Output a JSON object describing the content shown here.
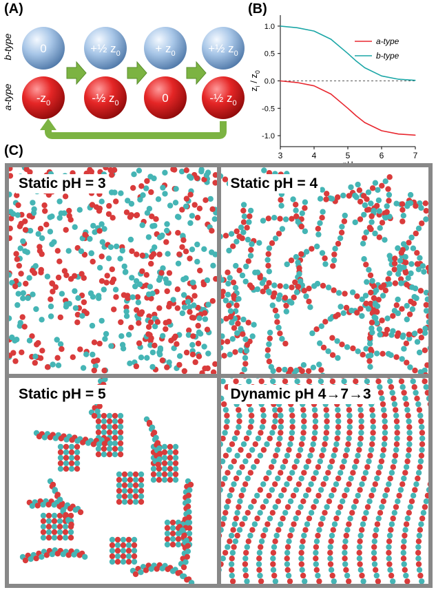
{
  "panel_labels": {
    "a": "(A)",
    "b": "(B)",
    "c": "(C)"
  },
  "scheme": {
    "b_row_label": "b-type",
    "a_row_label": "a-type",
    "b_balls": [
      "0",
      "+½ z",
      "+ z",
      "+½ z"
    ],
    "a_balls": [
      "-z",
      "-½ z",
      "0",
      "-½ z"
    ],
    "b_subscripts": [
      "",
      "0",
      "0",
      "0"
    ],
    "a_subscripts": [
      "0",
      "0",
      "",
      "0"
    ],
    "colors": {
      "b_ball": "#8fb3d9",
      "a_ball": "#d81e1e",
      "arrow": "#7cb342"
    }
  },
  "chart_data": {
    "type": "line",
    "xlabel": "pH",
    "ylabel": "z",
    "ylabel_sub": "i",
    "ylabel_tail": " / z",
    "ylabel_sub2": "0",
    "xlim": [
      3,
      7
    ],
    "ylim": [
      -1.2,
      1.2
    ],
    "xticks": [
      "3",
      "4",
      "5",
      "6",
      "7"
    ],
    "yticks": [
      "1.0",
      "0.5",
      "0.0",
      "-0.5",
      "-1.0"
    ],
    "legend_position": "top-right",
    "series": [
      {
        "name": "a-type",
        "color": "#e8262e",
        "x": [
          3.0,
          3.5,
          4.0,
          4.5,
          5.0,
          5.25,
          5.5,
          6.0,
          6.5,
          7.0
        ],
        "y": [
          0.0,
          -0.03,
          -0.09,
          -0.24,
          -0.5,
          -0.64,
          -0.76,
          -0.91,
          -0.97,
          -0.99
        ]
      },
      {
        "name": "b-type",
        "color": "#1aa6a6",
        "x": [
          3.0,
          3.5,
          4.0,
          4.5,
          5.0,
          5.25,
          5.5,
          6.0,
          6.5,
          7.0
        ],
        "y": [
          1.0,
          0.97,
          0.91,
          0.76,
          0.5,
          0.36,
          0.24,
          0.09,
          0.03,
          0.01
        ]
      }
    ],
    "zero_line": "dashed"
  },
  "tiles": [
    {
      "title": "Static pH = 3",
      "pattern": "random",
      "density": 0.62
    },
    {
      "title": "Static pH = 4",
      "pattern": "chains",
      "density": 0.45
    },
    {
      "title": "Static pH = 5",
      "pattern": "clusters",
      "density": 0.3
    },
    {
      "title": "Dynamic pH 4→7→3",
      "pattern": "stripes",
      "density": 0.5
    }
  ],
  "particle_colors": {
    "red": "#d93b3b",
    "cyan": "#45b5b5"
  }
}
